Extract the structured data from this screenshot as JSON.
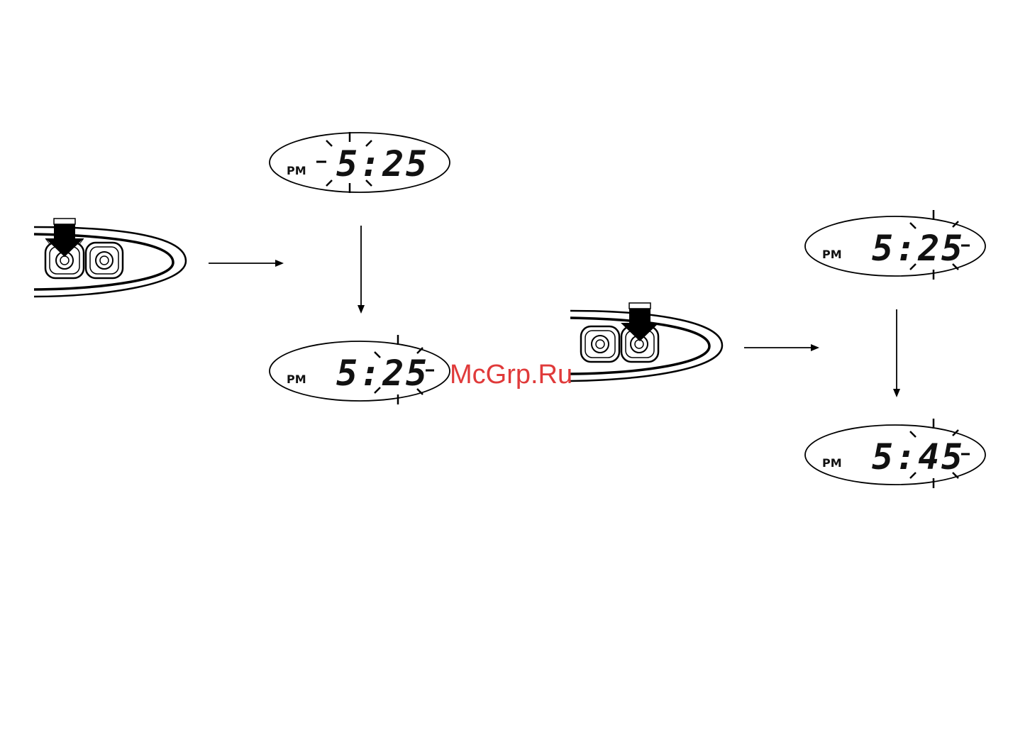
{
  "diagram": {
    "displays": [
      {
        "id": "display-1",
        "ampm": "PM",
        "time": "5:25",
        "blink": "hours"
      },
      {
        "id": "display-2",
        "ampm": "PM",
        "time": "5:25",
        "blink": "minutes"
      },
      {
        "id": "display-3",
        "ampm": "PM",
        "time": "5:25",
        "blink": "minutes"
      },
      {
        "id": "display-4",
        "ampm": "PM",
        "time": "5:45",
        "blink": "minutes"
      }
    ],
    "watermark": "McGrp.Ru"
  }
}
